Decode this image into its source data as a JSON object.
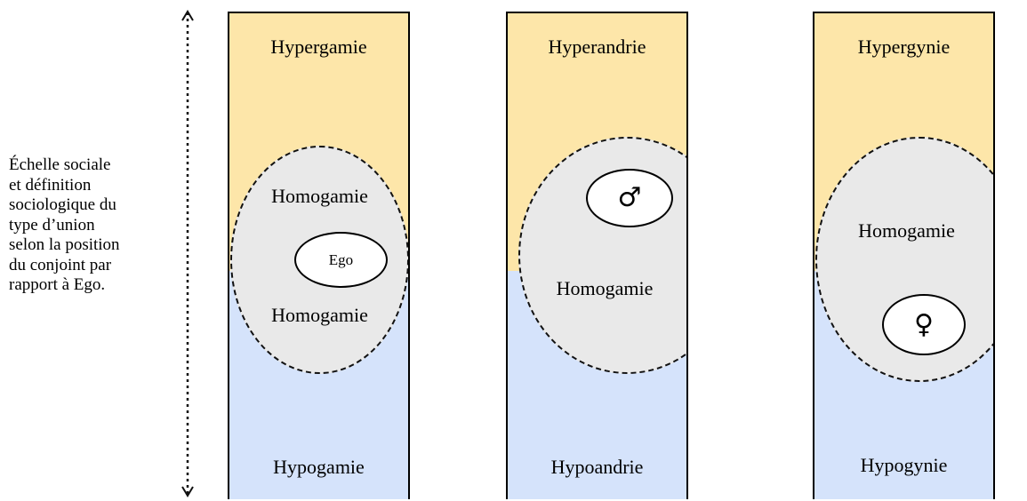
{
  "colors": {
    "upper_zone": "#fde6a9",
    "lower_zone": "#d5e3fb",
    "homogamy_zone": "#e9e9e9",
    "ego_circle": "#ffffff"
  },
  "side_label": "Échelle sociale\net définition\nsociologique du\ntype d’union\nselon la position\ndu conjoint par\nrapport à Ego.",
  "panels": [
    {
      "top_label": "Hypergamie",
      "homogamy_upper": "Homogamie",
      "ego_label": "Ego",
      "homogamy_lower": "Homogamie",
      "bottom_label": "Hypogamie"
    },
    {
      "top_label": "Hyperandrie",
      "symbol": "♂",
      "symbol_icon": "male-symbol-icon",
      "homogamy": "Homogamie",
      "bottom_label": "Hypoandrie"
    },
    {
      "top_label": "Hypergynie",
      "homogamy": "Homogamie",
      "symbol": "♀",
      "symbol_icon": "female-symbol-icon",
      "bottom_label": "Hypogynie"
    }
  ]
}
